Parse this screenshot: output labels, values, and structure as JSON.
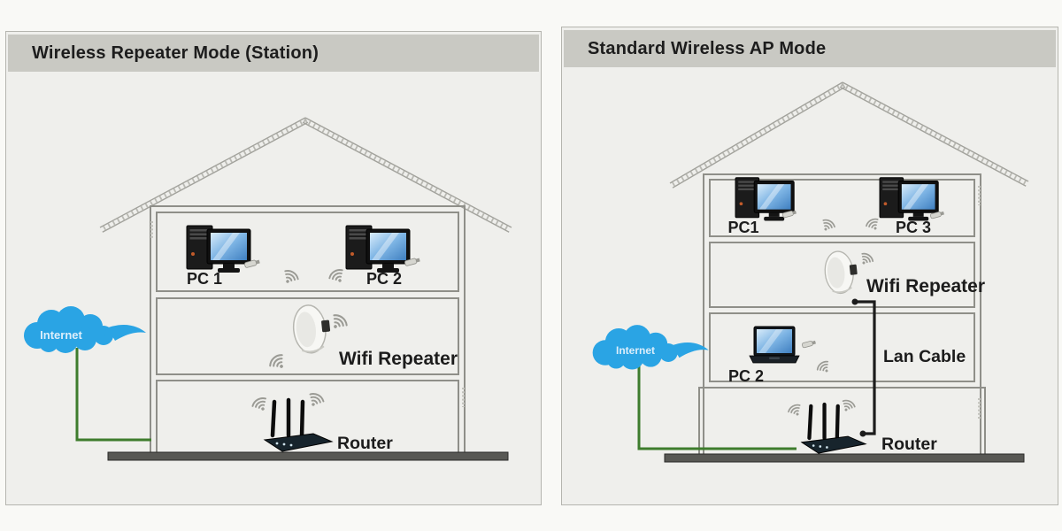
{
  "panels": {
    "left": {
      "title": "Wireless Repeater Mode (Station)",
      "labels": {
        "pc1": "PC 1",
        "pc2": "PC 2",
        "repeater": "Wifi Repeater",
        "router": "Router",
        "internet": "Internet"
      }
    },
    "right": {
      "title": "Standard Wireless AP Mode",
      "labels": {
        "pc1": "PC1",
        "pc3": "PC 3",
        "repeater": "Wifi Repeater",
        "pc2": "PC 2",
        "lan_cable": "Lan Cable",
        "router": "Router",
        "internet": "Internet"
      }
    }
  },
  "colors": {
    "panel_background": "#efefec",
    "title_bar": "#c9c9c3",
    "title_text": "#1d1d1d",
    "house_outline": "#8f8f89",
    "ground": "#585854",
    "cloud_blue": "#2aa4e4",
    "cloud_text": "#dceefb",
    "cable_green": "#3e7c2d",
    "cable_black": "#1c1c1c",
    "wifi_signal": "#9b9b95",
    "screen_blue": "#7db4e4"
  }
}
